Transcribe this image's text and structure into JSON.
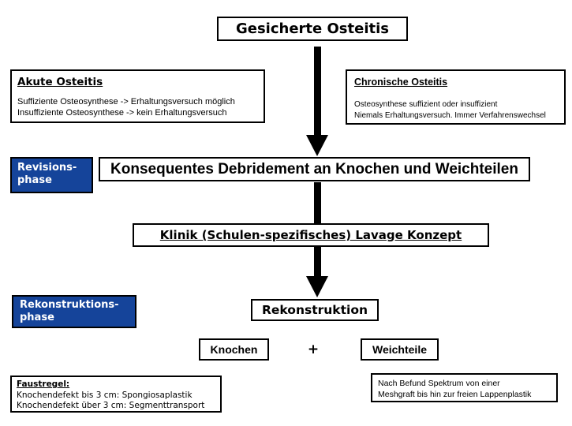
{
  "colors": {
    "phase_blue": "#15449A",
    "border": "#000000",
    "background": "#FFFFFF"
  },
  "nodes": {
    "confirmed": {
      "title": "Gesicherte Osteitis"
    },
    "acute": {
      "title": "Akute Osteitis",
      "lines": [
        "Suffiziente Osteosynthese -> Erhaltungsversuch möglich",
        "Insuffiziente Osteosynthese -> kein Erhaltungsversuch"
      ]
    },
    "chronic": {
      "title": "Chronische Osteitis",
      "lines": [
        "Osteosynthese suffizient oder insuffizient",
        "Niemals Erhaltungsversuch. Immer Verfahrenswechsel"
      ]
    },
    "revision_phase": {
      "line1": "Revisions-",
      "line2": "phase"
    },
    "debridement": {
      "title": "Konsequentes Debridement an Knochen und Weichteilen"
    },
    "lavage": {
      "title": "Klinik (Schulen-spezifisches) Lavage Konzept"
    },
    "reconstruction_phase": {
      "line1": "Rekonstruktions-",
      "line2": "phase"
    },
    "reconstruction": {
      "title": "Rekonstruktion"
    },
    "bone": {
      "title": "Knochen"
    },
    "plus_sign": "+",
    "soft_tissue": {
      "title": "Weichteile"
    },
    "rule_of_thumb": {
      "title": "Faustregel:",
      "lines": [
        "Knochendefekt bis 3 cm: Spongiosaplastik",
        "Knochendefekt über 3 cm: Segmenttransport"
      ]
    },
    "soft_tissue_note": {
      "lines": [
        "Nach Befund Spektrum von einer",
        "Meshgraft bis hin zur freien Lappenplastik"
      ]
    }
  }
}
